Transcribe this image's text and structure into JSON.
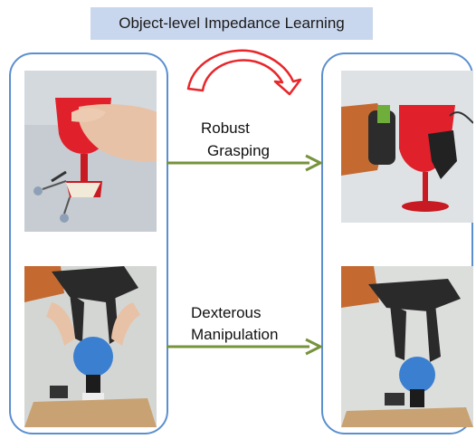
{
  "title": "Object-level Impedance Learning",
  "rows": [
    {
      "line1": "Robust",
      "line2": "Grasping"
    },
    {
      "line1": "Dexterous",
      "line2": "Manipulation"
    }
  ],
  "colors": {
    "title_bg": "#c9d7ee",
    "panel_border": "#5b8fcf",
    "arrow_green": "#77933c",
    "curved_arrow_red": "#e8262b",
    "cup_red": "#e0202a"
  }
}
